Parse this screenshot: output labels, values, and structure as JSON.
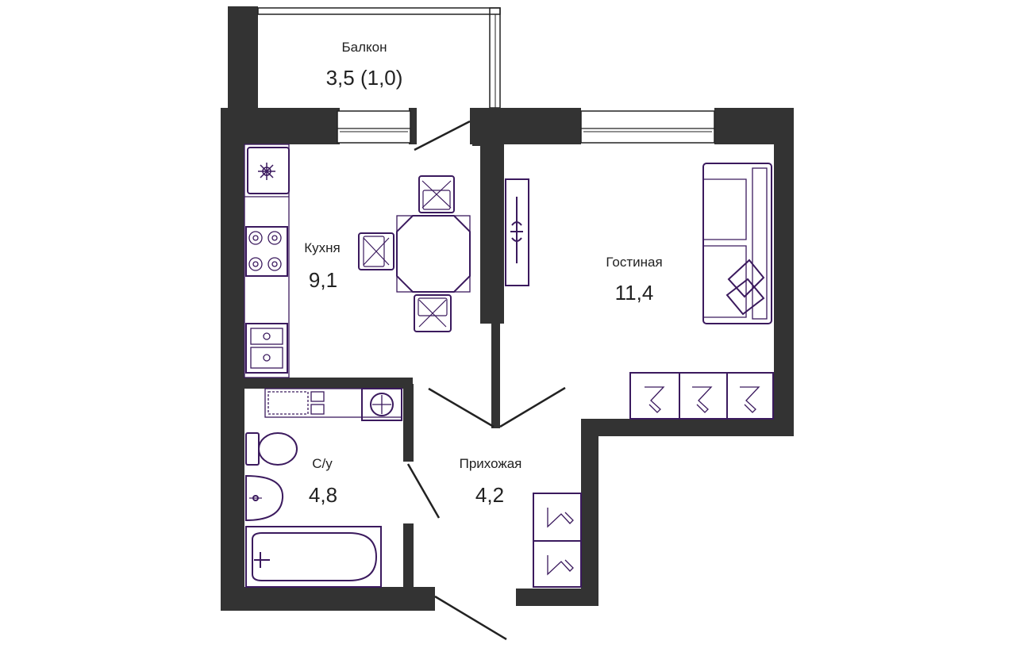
{
  "rooms": {
    "balcony": {
      "name": "Балкон",
      "area": "3,5 (1,0)"
    },
    "kitchen": {
      "name": "Кухня",
      "area": "9,1"
    },
    "living": {
      "name": "Гостиная",
      "area": "11,4"
    },
    "bathroom": {
      "name": "С/у",
      "area": "4,8"
    },
    "hallway": {
      "name": "Прихожая",
      "area": "4,2"
    }
  },
  "colors": {
    "wall": "#333333",
    "furniture": "#3b1a5e",
    "background": "#ffffff"
  }
}
